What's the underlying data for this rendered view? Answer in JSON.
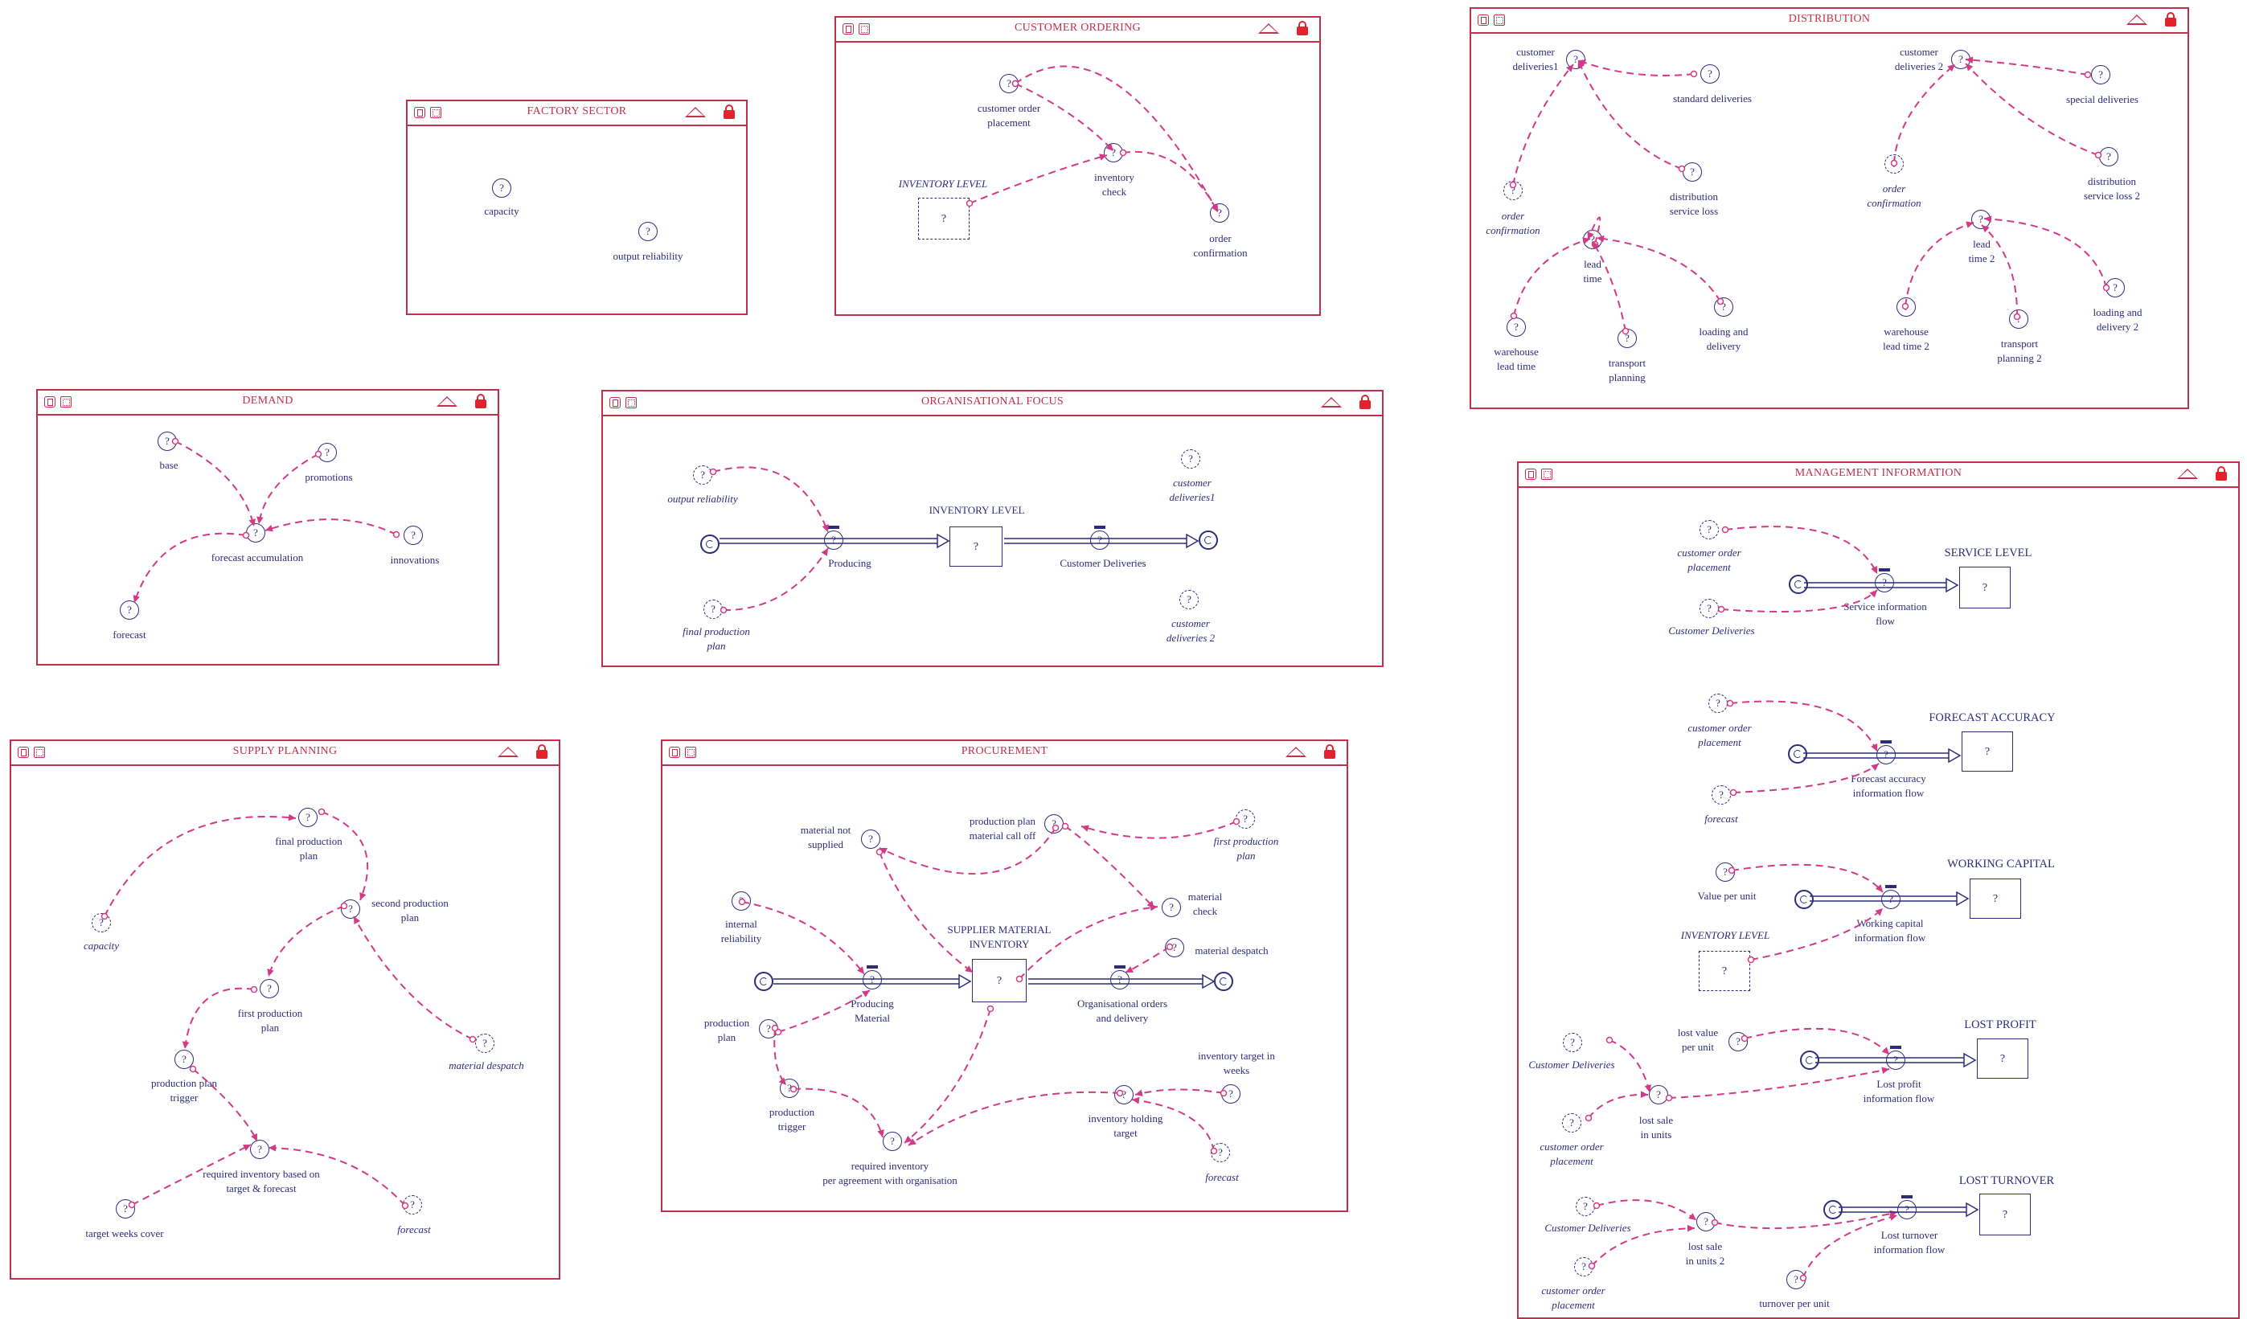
{
  "colors": {
    "frame": "#c0304a",
    "ink": "#2c2c7a",
    "link": "#d23a86",
    "lock": "#e4222e"
  },
  "placeholder": "?",
  "sectors": [
    {
      "id": "factory",
      "title": "FACTORY SECTOR"
    },
    {
      "id": "customer-ordering",
      "title": "CUSTOMER ORDERING"
    },
    {
      "id": "distribution",
      "title": "DISTRIBUTION"
    },
    {
      "id": "demand",
      "title": "DEMAND"
    },
    {
      "id": "org-focus",
      "title": "ORGANISATIONAL FOCUS"
    },
    {
      "id": "management",
      "title": "MANAGEMENT INFORMATION"
    },
    {
      "id": "supply",
      "title": "SUPPLY PLANNING"
    },
    {
      "id": "procurement",
      "title": "PROCUREMENT"
    }
  ],
  "labels": {
    "capacity": "capacity",
    "output_reliability": "output reliability",
    "customer_order_placement": "customer order\nplacement",
    "inventory_level": "INVENTORY LEVEL",
    "inventory_check": "inventory\ncheck",
    "order_confirmation": "order\nconfirmation",
    "customer_deliveries1": "customer\ndeliveries1",
    "standard_deliveries": "standard deliveries",
    "order_confirmation_it": "order\nconfirmation",
    "distribution_service_loss": "distribution\nservice loss",
    "lead_time": "lead\ntime",
    "warehouse_lead_time": "warehouse\nlead time",
    "transport_planning": "transport\nplanning",
    "loading_and_delivery": "loading and\ndelivery",
    "customer_deliveries2": "customer\ndeliveries 2",
    "special_deliveries": "special deliveries",
    "distribution_service_loss2": "distribution\nservice loss 2",
    "lead_time2": "lead\ntime 2",
    "warehouse_lead_time2": "warehouse\nlead time 2",
    "transport_planning2": "transport\nplanning 2",
    "loading_and_delivery2": "loading and\ndelivery 2",
    "base": "base",
    "promotions": "promotions",
    "forecast_accumulation": "forecast accumulation",
    "innovations": "innovations",
    "forecast": "forecast",
    "org_output_reliability": "output reliability",
    "org_inventory_level": "INVENTORY LEVEL",
    "producing": "Producing",
    "customer_deliveries_flow": "Customer Deliveries",
    "org_customer_deliveries1": "customer\ndeliveries1",
    "org_customer_deliveries2": "customer\ndeliveries 2",
    "final_production_plan_it": "final production\nplan",
    "service_level": "SERVICE LEVEL",
    "mi_customer_order_placement": "customer order\nplacement",
    "mi_customer_deliveries": "Customer Deliveries",
    "service_information_flow": "Service information\nflow",
    "forecast_accuracy": "FORECAST ACCURACY",
    "mi_cop2": "customer order\nplacement",
    "mi_forecast": "forecast",
    "forecast_accuracy_flow": "Forecast accuracy\ninformation flow",
    "working_capital": "WORKING CAPITAL",
    "value_per_unit": "Value per unit",
    "mi_inventory_level": "INVENTORY LEVEL",
    "working_capital_flow": "Working capital\ninformation flow",
    "lost_profit": "LOST PROFIT",
    "mi_cd2": "Customer Deliveries",
    "lost_value_per_unit": "lost value\nper unit",
    "lost_sale_in_units": "lost sale\nin units",
    "mi_cop3": "customer order\nplacement",
    "lost_profit_flow": "Lost profit\ninformation flow",
    "lost_turnover": "LOST TURNOVER",
    "mi_cd3": "Customer Deliveries",
    "lost_sale_in_units2": "lost sale\nin units 2",
    "mi_cop4": "customer order\nplacement",
    "turnover_per_unit": "turnover per unit",
    "lost_turnover_flow": "Lost turnover\ninformation flow",
    "final_production_plan": "final production\nplan",
    "sp_capacity": "capacity",
    "second_production_plan": "second production\nplan",
    "first_production_plan": "first production\nplan",
    "sp_material_despatch": "material despatch",
    "production_plan_trigger": "production plan\ntrigger",
    "required_inventory": "required inventory based on\ntarget & forecast",
    "target_weeks_cover": "target weeks cover",
    "sp_forecast": "forecast",
    "material_not_supplied": "material not\nsupplied",
    "production_plan_material_call_off": "production plan\nmaterial call off",
    "pr_first_production_plan": "first production\nplan",
    "internal_reliability": "internal\nreliability",
    "supplier_material_inventory": "SUPPLIER MATERIAL\nINVENTORY",
    "material_check": "material\ncheck",
    "material_despatch": "material despatch",
    "producing_material": "Producing\nMaterial",
    "org_orders_delivery": "Organisational orders\nand delivery",
    "production_plan": "production\nplan",
    "production_trigger": "production\ntrigger",
    "required_inventory_agreement": "required inventory\nper agreement with organisation",
    "inventory_holding_target": "inventory holding\ntarget",
    "inventory_target_in_weeks": "inventory target in\nweeks",
    "pr_forecast": "forecast"
  }
}
